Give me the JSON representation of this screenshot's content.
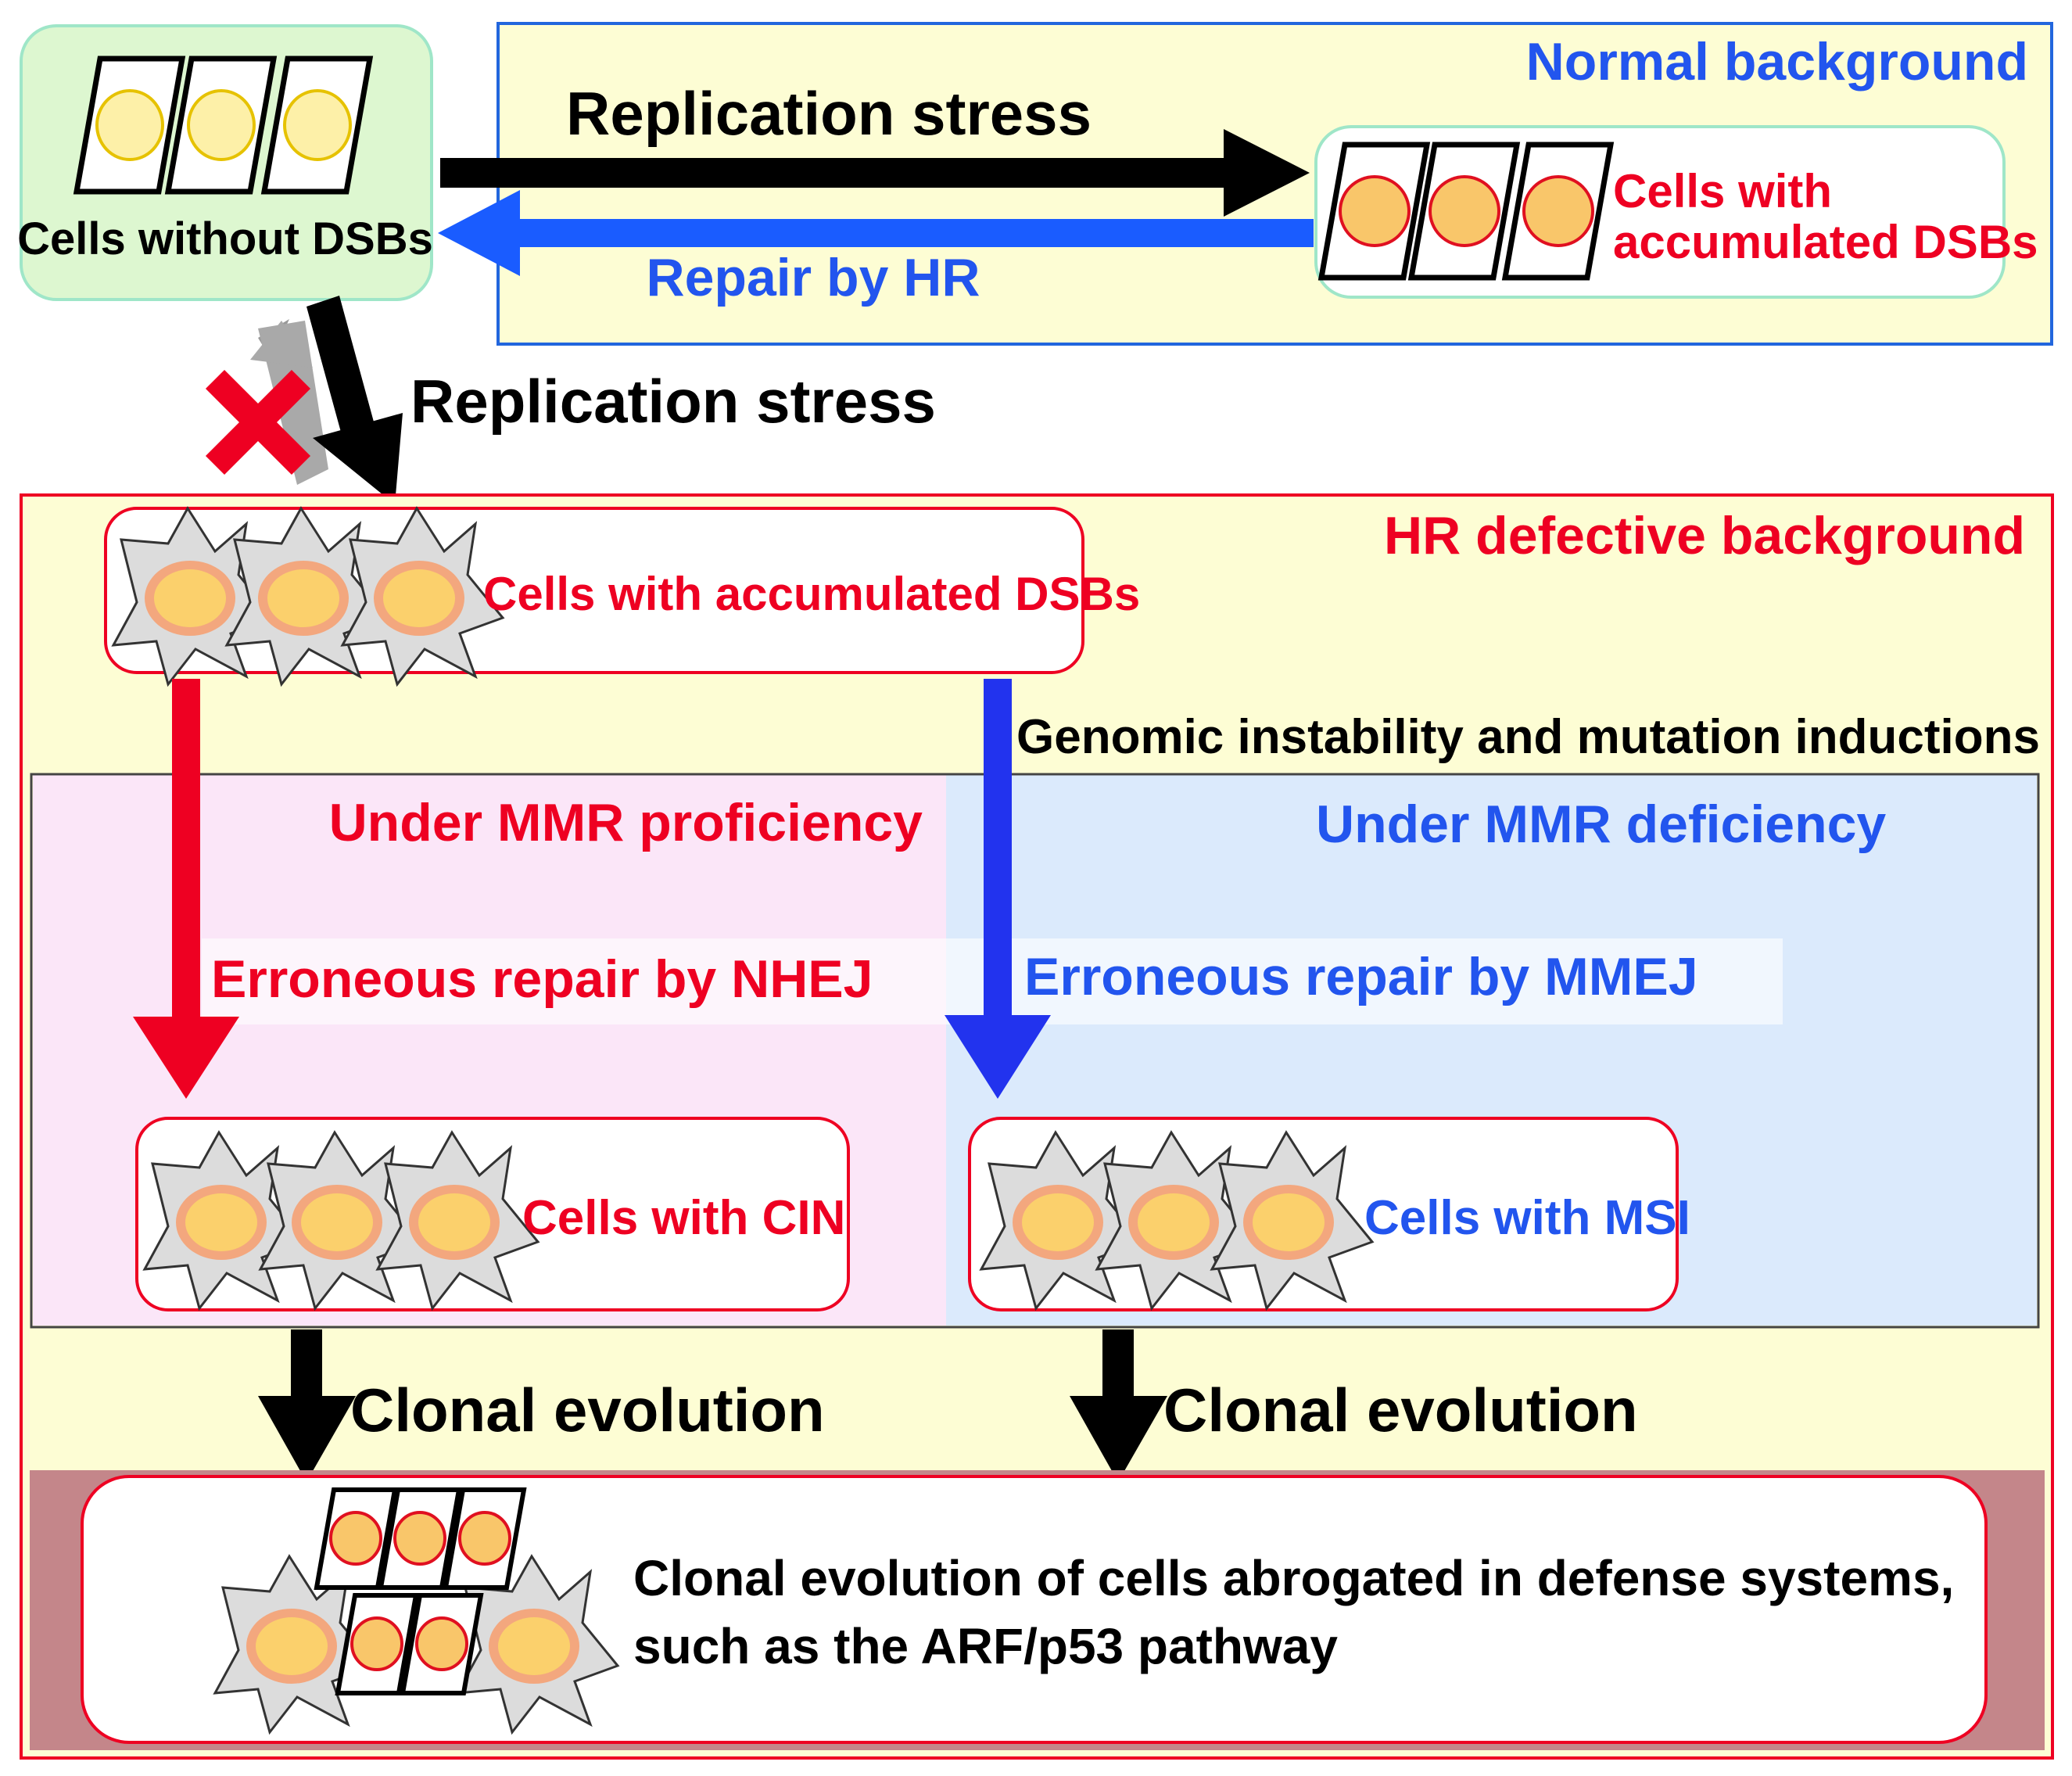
{
  "labels": {
    "normal_background": "Normal background",
    "replication_stress_top": "Replication stress",
    "repair_by_hr": "Repair by HR",
    "cells_without_dsbs": "Cells without DSBs",
    "cells_with_line1": "Cells with",
    "cells_with_line2": "accumulated DSBs",
    "replication_stress_mid": "Replication stress",
    "hr_defective_background": "HR defective background",
    "cells_accumulated_dsbs": "Cells with accumulated DSBs",
    "genomic_instability": "Genomic instability and mutation inductions",
    "under_mmr_proficiency": "Under MMR proficiency",
    "under_mmr_deficiency": "Under MMR deficiency",
    "erroneous_nhej": "Erroneous repair by NHEJ",
    "erroneous_mmej": "Erroneous repair by MMEJ",
    "cells_with_cin": "Cells with CIN",
    "cells_with_msi": "Cells with MSI",
    "clonal_evolution_left": "Clonal evolution",
    "clonal_evolution_right": "Clonal evolution",
    "final_line1": "Clonal evolution of cells abrogated in defense systems,",
    "final_line2": "such as the ARF/p53 pathway"
  },
  "colors": {
    "black": "#000000",
    "red": "#ee0022",
    "blue": "#2255ee",
    "arrow_blue": "#1a5cff",
    "pale_yellow": "#fdfdd4",
    "pale_green": "#ddf7d0",
    "pink_panel": "#fbe6f8",
    "blue_panel": "#dbeafc",
    "maroon_band": "#c4868a"
  },
  "icons": {
    "blocked": "red-x-icon",
    "cell_normal": "rectangular-cell-icon",
    "cell_cancer": "stellate-cell-icon"
  }
}
